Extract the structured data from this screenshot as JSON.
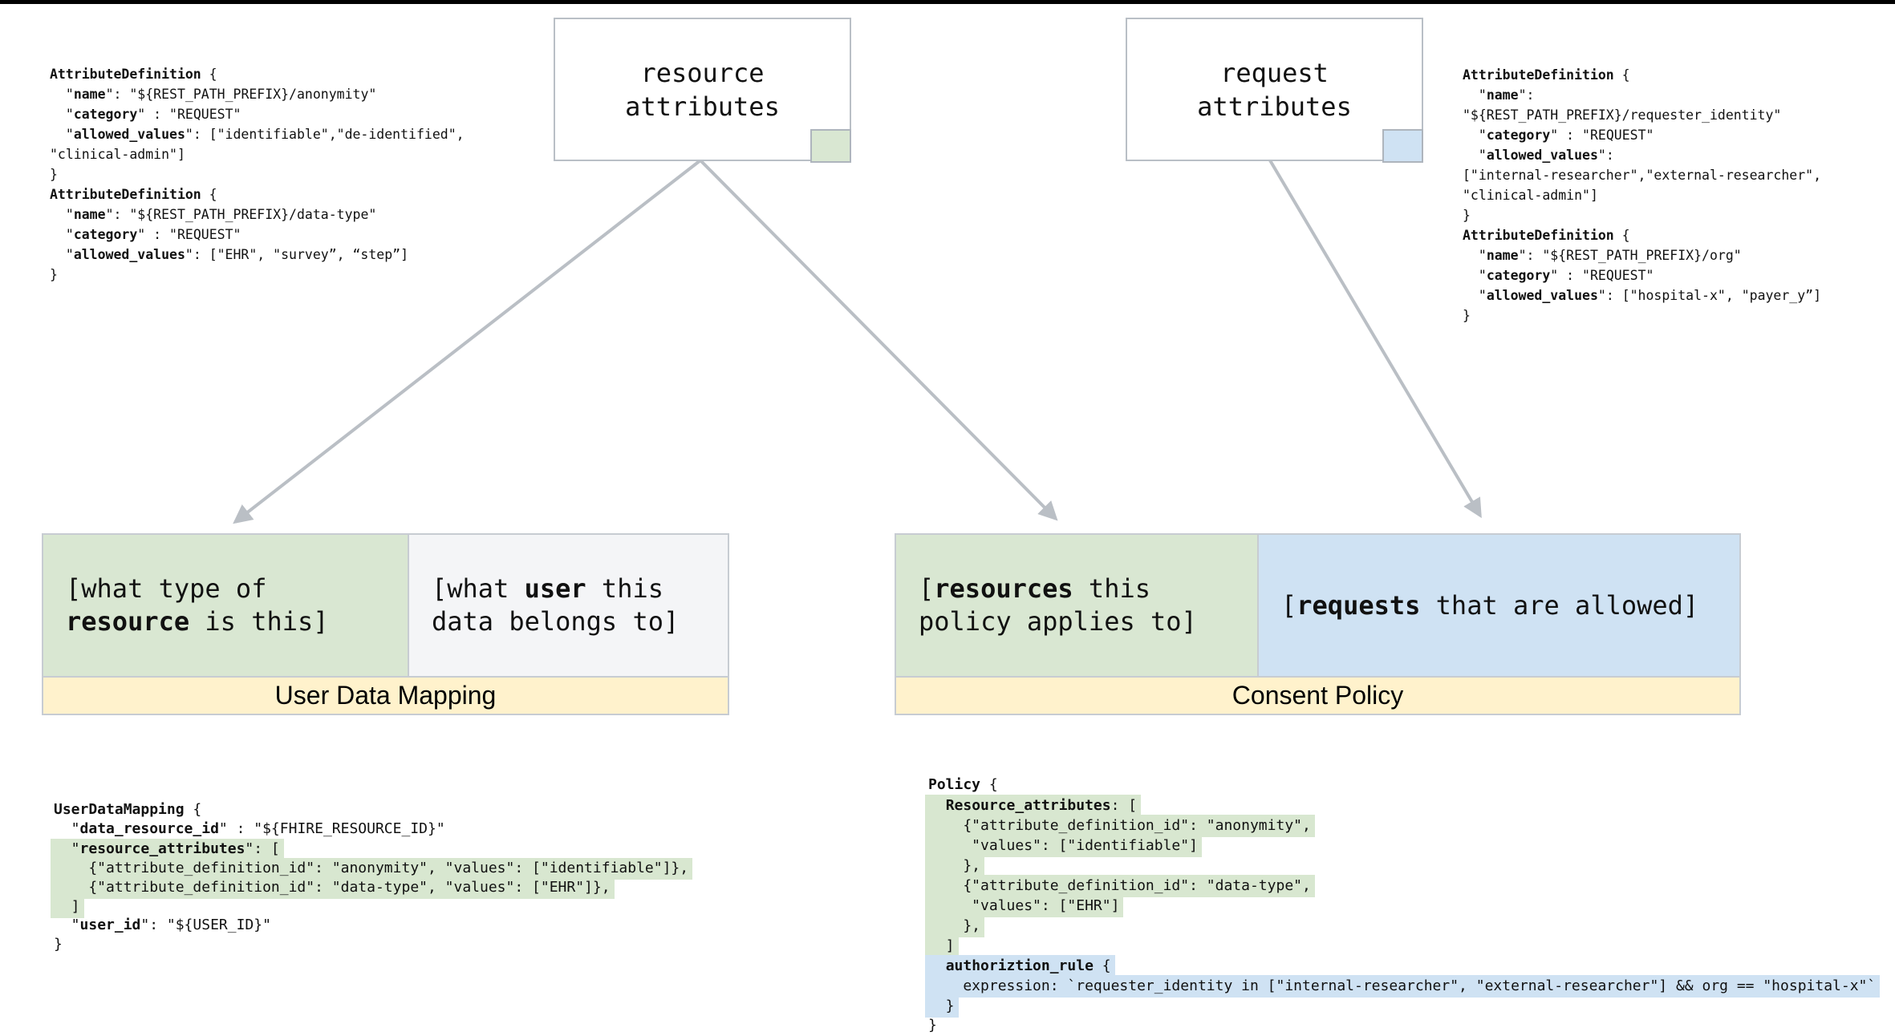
{
  "colors": {
    "green": "#d9e7d2",
    "blue": "#cfe2f3",
    "yellow": "#fff2cc",
    "graycell": "#f4f5f7",
    "border": "#c7ccd2",
    "boxborder": "#b9bfc6",
    "swatchborder": "#aeb5bd",
    "arrow": "#babfc5",
    "hlgreen": "#d8e7d0",
    "hlblue": "#cfe2f3",
    "topbar": "#000000"
  },
  "boxes": {
    "resource": {
      "swatch": "green-swatch",
      "lines": [
        {
          "seg": [
            {
              "t": "resource"
            }
          ]
        },
        {
          "seg": [
            {
              "t": "attributes"
            }
          ]
        }
      ]
    },
    "request": {
      "swatch": "blue-swatch",
      "lines": [
        {
          "seg": [
            {
              "t": "request"
            }
          ]
        },
        {
          "seg": [
            {
              "t": "attributes"
            }
          ]
        }
      ]
    }
  },
  "user_data_mapping": {
    "title": "User Data Mapping",
    "type_cell": {
      "lines": [
        {
          "seg": [
            {
              "t": "[what type of"
            }
          ]
        },
        {
          "seg": [
            {
              "t": "resource",
              "b": true
            },
            {
              "t": " is this]"
            }
          ]
        }
      ]
    },
    "user_cell": {
      "lines": [
        {
          "seg": [
            {
              "t": "[what "
            },
            {
              "t": "user",
              "b": true
            },
            {
              "t": " this"
            }
          ]
        },
        {
          "seg": [
            {
              "t": "data belongs to]"
            }
          ]
        }
      ]
    }
  },
  "consent_policy": {
    "title": "Consent Policy",
    "resources_cell": {
      "lines": [
        {
          "seg": [
            {
              "t": "["
            },
            {
              "t": "resources",
              "b": true
            },
            {
              "t": " this"
            }
          ]
        },
        {
          "seg": [
            {
              "t": "policy applies to]"
            }
          ]
        }
      ]
    },
    "requests_cell": {
      "lines": [
        {
          "seg": [
            {
              "t": "["
            },
            {
              "t": "requests",
              "b": true
            },
            {
              "t": " that are allowed]"
            }
          ]
        }
      ]
    }
  },
  "code_blocks": {
    "resource_attribute_definitions": {
      "lines": [
        {
          "seg": [
            {
              "t": "AttributeDefinition",
              "b": true
            },
            {
              "t": " {"
            }
          ]
        },
        {
          "seg": [
            {
              "t": "  \""
            },
            {
              "t": "name",
              "b": true
            },
            {
              "t": "\": \"${REST_PATH_PREFIX}/anonymity\""
            }
          ]
        },
        {
          "seg": [
            {
              "t": "  \""
            },
            {
              "t": "category",
              "b": true
            },
            {
              "t": "\" : \"REQUEST\""
            }
          ]
        },
        {
          "seg": [
            {
              "t": "  \""
            },
            {
              "t": "allowed_values",
              "b": true
            },
            {
              "t": "\": [\"identifiable\",\"de-identified\","
            }
          ]
        },
        {
          "seg": [
            {
              "t": "\"clinical-admin\"]"
            }
          ]
        },
        {
          "seg": [
            {
              "t": "}"
            }
          ]
        },
        {
          "seg": [
            {
              "t": "AttributeDefinition",
              "b": true
            },
            {
              "t": " {"
            }
          ]
        },
        {
          "seg": [
            {
              "t": "  \""
            },
            {
              "t": "name",
              "b": true
            },
            {
              "t": "\": \"${REST_PATH_PREFIX}/data-type\""
            }
          ]
        },
        {
          "seg": [
            {
              "t": "  \""
            },
            {
              "t": "category",
              "b": true
            },
            {
              "t": "\" : \"REQUEST\""
            }
          ]
        },
        {
          "seg": [
            {
              "t": "  \""
            },
            {
              "t": "allowed_values",
              "b": true
            },
            {
              "t": "\": [\"EHR\", \"survey”, “step”]"
            }
          ]
        },
        {
          "seg": [
            {
              "t": "}"
            }
          ]
        }
      ]
    },
    "request_attribute_definitions": {
      "lines": [
        {
          "seg": [
            {
              "t": "AttributeDefinition",
              "b": true
            },
            {
              "t": " {"
            }
          ]
        },
        {
          "seg": [
            {
              "t": "  \""
            },
            {
              "t": "name",
              "b": true
            },
            {
              "t": "\":"
            }
          ]
        },
        {
          "seg": [
            {
              "t": "\"${REST_PATH_PREFIX}/requester_identity\""
            }
          ]
        },
        {
          "seg": [
            {
              "t": "  \""
            },
            {
              "t": "category",
              "b": true
            },
            {
              "t": "\" : \"REQUEST\""
            }
          ]
        },
        {
          "seg": [
            {
              "t": "  \""
            },
            {
              "t": "allowed_values",
              "b": true
            },
            {
              "t": "\":"
            }
          ]
        },
        {
          "seg": [
            {
              "t": "[\"internal-researcher\",\"external-researcher\","
            }
          ]
        },
        {
          "seg": [
            {
              "t": "\"clinical-admin\"]"
            }
          ]
        },
        {
          "seg": [
            {
              "t": "}"
            }
          ]
        },
        {
          "seg": [
            {
              "t": "AttributeDefinition",
              "b": true
            },
            {
              "t": " {"
            }
          ]
        },
        {
          "seg": [
            {
              "t": "  \""
            },
            {
              "t": "name",
              "b": true
            },
            {
              "t": "\": \"${REST_PATH_PREFIX}/org\""
            }
          ]
        },
        {
          "seg": [
            {
              "t": "  \""
            },
            {
              "t": "category",
              "b": true
            },
            {
              "t": "\" : \"REQUEST\""
            }
          ]
        },
        {
          "seg": [
            {
              "t": "  \""
            },
            {
              "t": "allowed_values",
              "b": true
            },
            {
              "t": "\": [\"hospital-x\", \"payer_y”]"
            }
          ]
        },
        {
          "seg": [
            {
              "t": "}"
            }
          ]
        }
      ]
    },
    "user_data_mapping_example": {
      "lines": [
        {
          "seg": [
            {
              "t": "UserDataMapping",
              "b": true
            },
            {
              "t": " {"
            }
          ]
        },
        {
          "seg": [
            {
              "t": "  \""
            },
            {
              "t": "data_resource_id",
              "b": true
            },
            {
              "t": "\" : \"${FHIRE_RESOURCE_ID}\""
            }
          ]
        },
        {
          "hl": "green",
          "seg": [
            {
              "t": "  \""
            },
            {
              "t": "resource_attributes",
              "b": true
            },
            {
              "t": "\": ["
            }
          ]
        },
        {
          "hl": "green",
          "seg": [
            {
              "t": "    {\"attribute_definition_id\": \"anonymity\", \"values\": [\"identifiable\"]},"
            }
          ]
        },
        {
          "hl": "green",
          "seg": [
            {
              "t": "    {\"attribute_definition_id\": \"data-type\", \"values\": [\"EHR\"]},"
            }
          ]
        },
        {
          "hl": "green",
          "seg": [
            {
              "t": "  ]"
            }
          ]
        },
        {
          "seg": [
            {
              "t": "  \""
            },
            {
              "t": "user_id",
              "b": true
            },
            {
              "t": "\": \"${USER_ID}\""
            }
          ]
        },
        {
          "seg": [
            {
              "t": "}"
            }
          ]
        }
      ]
    },
    "policy_example": {
      "lines": [
        {
          "seg": [
            {
              "t": "Policy",
              "b": true
            },
            {
              "t": " {"
            }
          ]
        },
        {
          "hl": "green",
          "seg": [
            {
              "t": "  "
            },
            {
              "t": "Resource_attributes",
              "b": true
            },
            {
              "t": ": ["
            }
          ]
        },
        {
          "hl": "green",
          "seg": [
            {
              "t": "    {\"attribute_definition_id\": \"anonymity\","
            }
          ]
        },
        {
          "hl": "green",
          "seg": [
            {
              "t": "     \"values\": [\"identifiable\"]"
            }
          ]
        },
        {
          "hl": "green",
          "seg": [
            {
              "t": "    },"
            }
          ]
        },
        {
          "hl": "green",
          "seg": [
            {
              "t": "    {\"attribute_definition_id\": \"data-type\","
            }
          ]
        },
        {
          "hl": "green",
          "seg": [
            {
              "t": "     \"values\": [\"EHR\"]"
            }
          ]
        },
        {
          "hl": "green",
          "seg": [
            {
              "t": "    },"
            }
          ]
        },
        {
          "hl": "green",
          "seg": [
            {
              "t": "  ]"
            }
          ]
        },
        {
          "hl": "blue",
          "seg": [
            {
              "t": "  "
            },
            {
              "t": "authoriztion_rule",
              "b": true
            },
            {
              "t": " {"
            }
          ]
        },
        {
          "hl": "blue",
          "seg": [
            {
              "t": "    expression: `requester_identity in [\"internal-researcher\", \"external-researcher\"] && org == \"hospital-x\"`"
            }
          ]
        },
        {
          "hl": "blue",
          "seg": [
            {
              "t": "  }"
            }
          ]
        },
        {
          "seg": [
            {
              "t": "}"
            }
          ]
        }
      ]
    }
  }
}
